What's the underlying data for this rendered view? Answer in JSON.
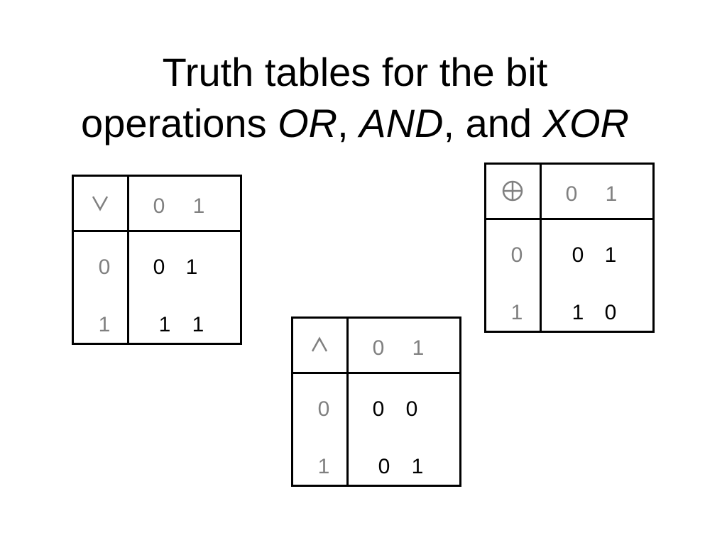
{
  "title": {
    "line1": "Truth tables for the bit",
    "line2_prefix": "operations ",
    "op1": "OR",
    "sep1": ", ",
    "op2": "AND",
    "sep2": ", and ",
    "op3": "XOR"
  },
  "tables": {
    "or": {
      "operator_icon": "logical-or-icon",
      "col_headers": [
        "0",
        "1"
      ],
      "row_headers": [
        "0",
        "1"
      ],
      "cells": [
        [
          "0",
          "1"
        ],
        [
          "1",
          "1"
        ]
      ]
    },
    "and": {
      "operator_icon": "logical-and-icon",
      "col_headers": [
        "0",
        "1"
      ],
      "row_headers": [
        "0",
        "1"
      ],
      "cells": [
        [
          "0",
          "0"
        ],
        [
          "0",
          "1"
        ]
      ]
    },
    "xor": {
      "operator_icon": "circled-plus-icon",
      "col_headers": [
        "0",
        "1"
      ],
      "row_headers": [
        "0",
        "1"
      ],
      "cells": [
        [
          "0",
          "1"
        ],
        [
          "1",
          "0"
        ]
      ]
    }
  },
  "colors": {
    "text": "#000000",
    "header_text": "#808080",
    "border": "#000000",
    "background": "#ffffff"
  }
}
